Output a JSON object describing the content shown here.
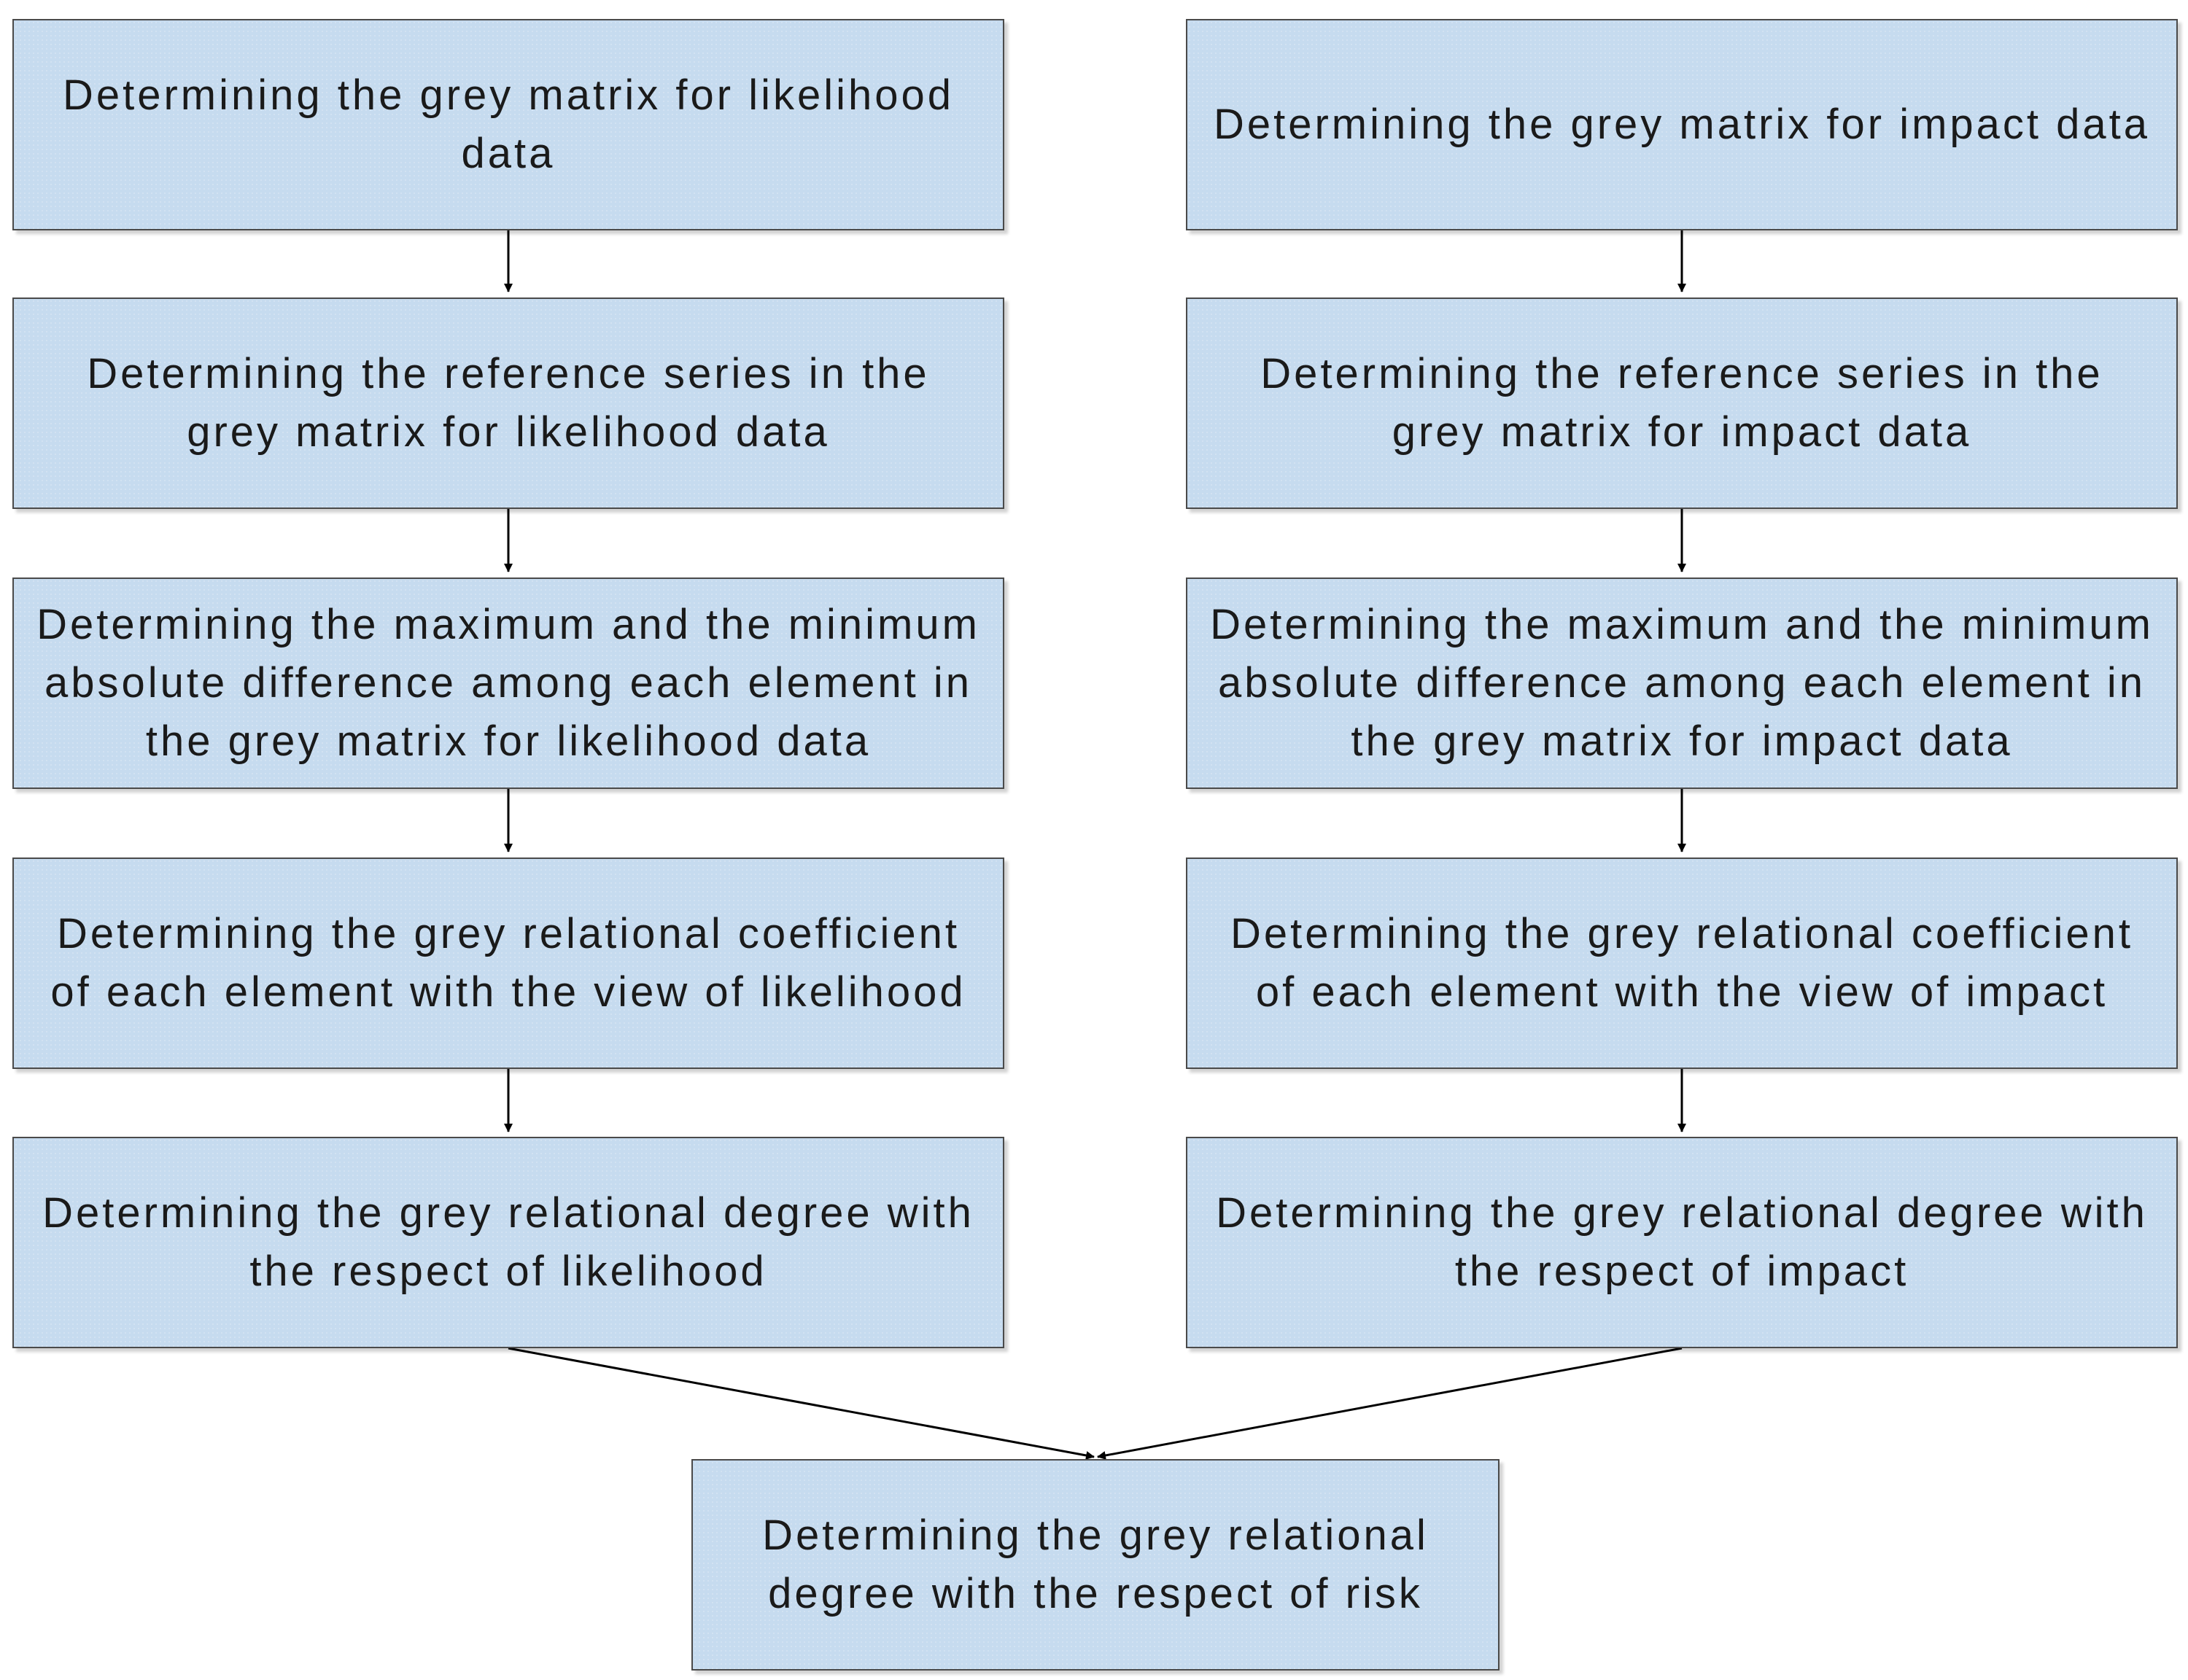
{
  "left_column": [
    "Determining the grey matrix for likelihood data",
    "Determining the reference series in the grey matrix for likelihood data",
    "Determining the maximum and the minimum absolute difference among each element in the grey matrix for likelihood data",
    "Determining the grey relational coefficient of each element with the view of likelihood",
    "Determining the grey relational degree with the respect of likelihood"
  ],
  "right_column": [
    "Determining the grey matrix for impact data",
    "Determining the reference series in the grey matrix for impact data",
    "Determining the maximum and the minimum absolute difference among each element in the grey matrix for impact data",
    "Determining the grey relational coefficient of each element with the view of impact",
    "Determining the grey relational degree with the respect of impact"
  ],
  "final_step": "Determining the grey relational degree with the respect of risk",
  "colors": {
    "box_fill": "#c6dbef",
    "box_border": "#4a4a4a",
    "arrow": "#000000"
  }
}
